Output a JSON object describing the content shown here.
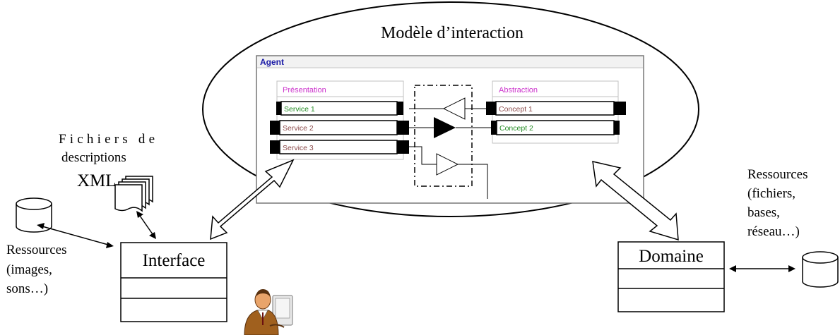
{
  "ellipse": {
    "title": "Modèle d’interaction"
  },
  "agent": {
    "label": "Agent",
    "presentation": {
      "header": "Présentation",
      "services": [
        "Service 1",
        "Service 2",
        "Service 3"
      ]
    },
    "abstraction": {
      "header": "Abstraction",
      "concepts": [
        "Concept 1",
        "Concept 2"
      ]
    }
  },
  "xml_files": {
    "line1": "Fichiers de",
    "line2": "descriptions",
    "line3": "XML"
  },
  "resources_left": {
    "line1": "Ressources",
    "line2": "(images,",
    "line3": "sons…)"
  },
  "resources_right": {
    "line1": "Ressources",
    "line2": "(fichiers,",
    "line3": "bases,",
    "line4": "réseau…)"
  },
  "interface": {
    "label": "Interface"
  },
  "domaine": {
    "label": "Domaine"
  },
  "colors": {
    "agent_label": "#1a1aa6",
    "presentation_header": "#cc33cc",
    "abstraction_header": "#cc33cc",
    "green_text": "#228b22",
    "brown_text": "#8b4a4a"
  }
}
